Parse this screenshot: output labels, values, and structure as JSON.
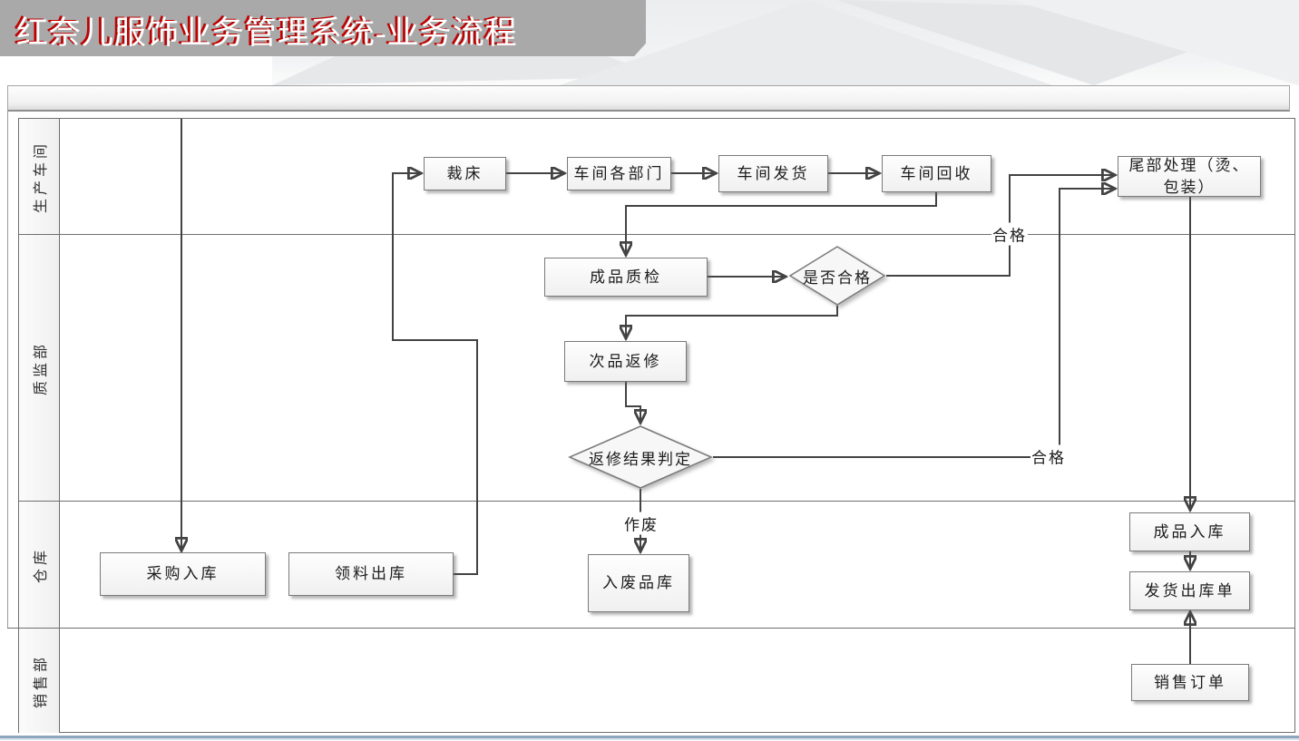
{
  "header": {
    "title": "红奈儿服饰业务管理系统-业务流程"
  },
  "lanes": [
    {
      "label": "生产车间"
    },
    {
      "label": "质监部"
    },
    {
      "label": "仓库"
    },
    {
      "label": "销售部"
    }
  ],
  "nodes": {
    "cutting": "裁床",
    "workshop_departments": "车间各部门",
    "workshop_ship": "车间发货",
    "workshop_recycle": "车间回收",
    "tail_processing": "尾部处理（烫、包装）",
    "finished_qc": "成品质检",
    "is_qualified": "是否合格",
    "defect_rework": "次品返修",
    "rework_judgement": "返修结果判定",
    "purchase_in": "采购入库",
    "material_out": "领料出库",
    "scrap_in": "入废品库",
    "finished_in": "成品入库",
    "delivery_note": "发货出库单",
    "sales_order": "销售订单"
  },
  "edge_labels": {
    "qualified_top": "合格",
    "qualified_bottom": "合格",
    "scrap": "作废"
  },
  "colors": {
    "title_text": "#ffffff",
    "title_shadow": "#c00000",
    "title_bar_bg": "#a9a9a9",
    "connector": "#434343",
    "node_border": "#7a7a7a",
    "node_fill": "#f6f6f6",
    "lane_border": "#6f6f6f",
    "bottom_edge": "#8ca6bf"
  }
}
